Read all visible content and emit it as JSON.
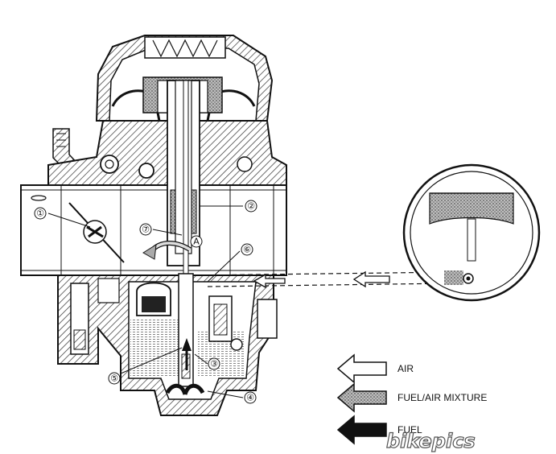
{
  "callouts": {
    "c1": "①",
    "c2": "②",
    "c3": "③",
    "c4": "④",
    "c5": "⑤",
    "c6": "⑥",
    "c7": "⑦",
    "a": "A"
  },
  "legend": {
    "air": "AIR",
    "mixture": "FUEL/AIR MIXTURE",
    "fuel": "FUEL"
  },
  "watermark": "bikepics",
  "colors": {
    "ink": "#111111",
    "paper": "#ffffff",
    "hatch": "#333333",
    "mixture_fill": "#8a8a8a"
  }
}
